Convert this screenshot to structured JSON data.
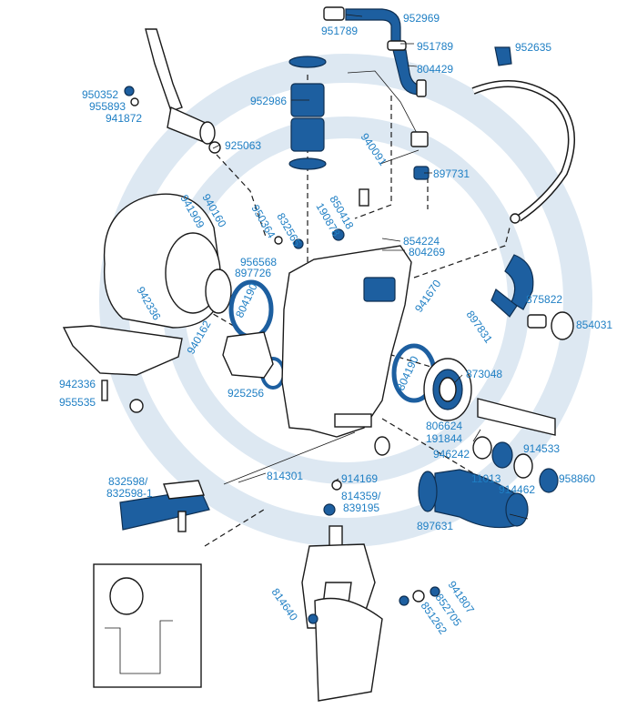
{
  "diagram": {
    "colors": {
      "label": "#1f7fc4",
      "highlight": "#1d5fa0",
      "line": "#1a1a1a",
      "watermark": "#dde8f2"
    },
    "labels": [
      {
        "text": "951789"
      },
      {
        "text": "952969"
      },
      {
        "text": "951789"
      },
      {
        "text": "804429"
      },
      {
        "text": "952635"
      },
      {
        "text": "950352"
      },
      {
        "text": "955893"
      },
      {
        "text": "941872"
      },
      {
        "text": "952986"
      },
      {
        "text": "925063"
      },
      {
        "text": "940091"
      },
      {
        "text": "897731"
      },
      {
        "text": "850418"
      },
      {
        "text": "190878"
      },
      {
        "text": "941909"
      },
      {
        "text": "940160"
      },
      {
        "text": "950364"
      },
      {
        "text": "832565"
      },
      {
        "text": "854224"
      },
      {
        "text": "804269"
      },
      {
        "text": "956568"
      },
      {
        "text": "897726"
      },
      {
        "text": "941670"
      },
      {
        "text": "875822"
      },
      {
        "text": "942336"
      },
      {
        "text": "804190"
      },
      {
        "text": "897831"
      },
      {
        "text": "854031"
      },
      {
        "text": "940162"
      },
      {
        "text": "804190"
      },
      {
        "text": "873048"
      },
      {
        "text": "942336"
      },
      {
        "text": "925256"
      },
      {
        "text": "955535"
      },
      {
        "text": "806624"
      },
      {
        "text": "191844"
      },
      {
        "text": "914533"
      },
      {
        "text": "946242"
      },
      {
        "text": "11013"
      },
      {
        "text": "958860"
      },
      {
        "text": "914462"
      },
      {
        "text": "832598/"
      },
      {
        "text": "832598-1"
      },
      {
        "text": "814301"
      },
      {
        "text": "914169"
      },
      {
        "text": "814359/"
      },
      {
        "text": "839195"
      },
      {
        "text": "897631"
      },
      {
        "text": "941807"
      },
      {
        "text": "814640"
      },
      {
        "text": "852705"
      },
      {
        "text": "851262"
      }
    ]
  }
}
